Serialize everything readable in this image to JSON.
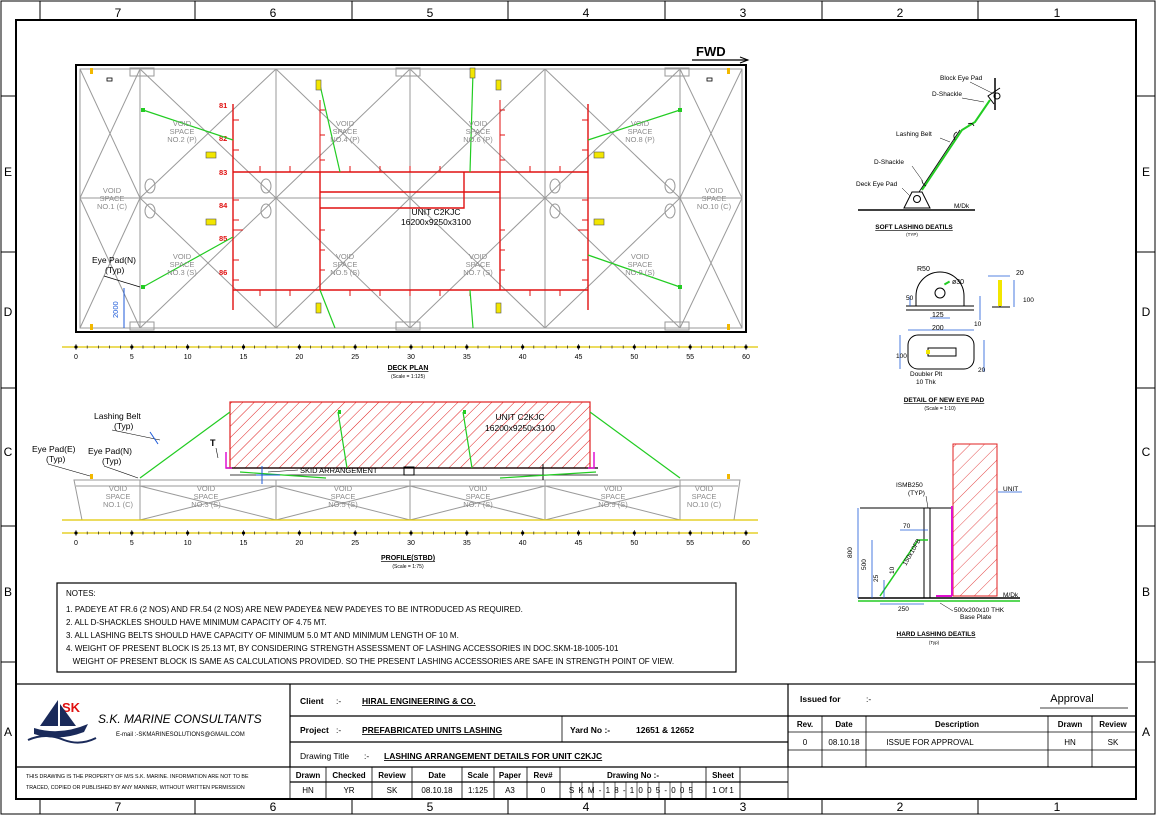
{
  "border": {
    "cols_top": [
      "7",
      "6",
      "5",
      "4",
      "3",
      "2",
      "1"
    ],
    "cols_bottom": [
      "7",
      "6",
      "5",
      "4",
      "3",
      "2",
      "1"
    ],
    "rows": [
      "E",
      "D",
      "C",
      "B",
      "A"
    ]
  },
  "fwd_label": "FWD",
  "deck_plan": {
    "frames_red": [
      "81",
      "82",
      "83",
      "84",
      "85",
      "86"
    ],
    "void_spaces": [
      {
        "l1": "VOID",
        "l2": "SPACE",
        "l3": "NO.2 (P)"
      },
      {
        "l1": "VOID",
        "l2": "SPACE",
        "l3": "NO.4 (P)"
      },
      {
        "l1": "VOID",
        "l2": "SPACE",
        "l3": "NO.6 (P)"
      },
      {
        "l1": "VOID",
        "l2": "SPACE",
        "l3": "NO.8 (P)"
      },
      {
        "l1": "VOID",
        "l2": "SPACE",
        "l3": "NO.1 (C)"
      },
      {
        "l1": "VOID",
        "l2": "SPACE",
        "l3": "NO.10 (C)"
      },
      {
        "l1": "VOID",
        "l2": "SPACE",
        "l3": "NO.3 (S)"
      },
      {
        "l1": "VOID",
        "l2": "SPACE",
        "l3": "NO.5 (S)"
      },
      {
        "l1": "VOID",
        "l2": "SPACE",
        "l3": "NO.7 (S)"
      },
      {
        "l1": "VOID",
        "l2": "SPACE",
        "l3": "NO.9 (S)"
      }
    ],
    "unit_label": "UNIT C2KJC",
    "unit_dims": "16200x9250x3100",
    "eye_pad_label": "Eye Pad(N)",
    "eye_pad_typ": "(Typ)",
    "dim_2000": "2000",
    "scale_ticks": [
      "0",
      "5",
      "10",
      "15",
      "20",
      "25",
      "30",
      "35",
      "40",
      "45",
      "50",
      "55",
      "60"
    ],
    "title": "DECK PLAN",
    "scale": "(Scale = 1:125)"
  },
  "profile": {
    "lashing_belt": "Lashing Belt",
    "lashing_typ": "(Typ)",
    "eye_pad_e": "Eye Pad(E)",
    "eye_pad_e_typ": "(Typ)",
    "eye_pad_n": "Eye Pad(N)",
    "eye_pad_n_typ": "(Typ)",
    "t_label": "T",
    "skid": "SKID ARRANGEMENT",
    "unit_label": "UNIT C2KJC",
    "unit_dims": "16200x9250x3100",
    "void_spaces": [
      {
        "l1": "VOID",
        "l2": "SPACE",
        "l3": "NO.1 (C)"
      },
      {
        "l1": "VOID",
        "l2": "SPACE",
        "l3": "NO.3 (S)"
      },
      {
        "l1": "VOID",
        "l2": "SPACE",
        "l3": "NO.5 (S)"
      },
      {
        "l1": "VOID",
        "l2": "SPACE",
        "l3": "NO.7 (S)"
      },
      {
        "l1": "VOID",
        "l2": "SPACE",
        "l3": "NO.9 (S)"
      },
      {
        "l1": "VOID",
        "l2": "SPACE",
        "l3": "NO.10 (C)"
      }
    ],
    "scale_ticks": [
      "0",
      "5",
      "10",
      "15",
      "20",
      "25",
      "30",
      "35",
      "40",
      "45",
      "50",
      "55",
      "60"
    ],
    "title": "PROFILE(STBD)",
    "scale": "(Scale = 1:75)"
  },
  "soft_lashing": {
    "block_eye_pad": "Block Eye Pad",
    "d_shackle_top": "D-Shackle",
    "lashing_belt": "Lashing Belt",
    "d_shackle_bottom": "D-Shackle",
    "deck_eye_pad": "Deck Eye Pad",
    "m_dk": "M/Dk",
    "title": "SOFT LASHING DEATILS",
    "typ": "(TYP)"
  },
  "eye_pad": {
    "r50": "R50",
    "d30": "ø30",
    "d50": "50",
    "d125": "125",
    "d10": "10",
    "d20a": "20",
    "d100a": "100",
    "d200": "200",
    "d100b": "100",
    "d20b": "20",
    "doubler": "Doubler Plt",
    "thk": "10 Thk",
    "title": "DETAIL OF NEW EYE PAD",
    "scale": "(Scale = 1:10)"
  },
  "hard_lashing": {
    "ismb": "ISMB250",
    "typ": "(TYP)",
    "unit": "UNIT",
    "d800": "800",
    "d500": "500",
    "d25": "25",
    "d70": "70",
    "d10": "10",
    "isa": "150x10FB",
    "d250": "250",
    "m_dk": "M/Dk",
    "base": "500x200x10 THK",
    "base2": "Base Plate",
    "title": "HARD LASHING DEATILS",
    "typ2": "(Typ)"
  },
  "notes": {
    "heading": "NOTES:",
    "items": [
      "1. PADEYE AT FR.6 (2 NOS) AND FR.54 (2 NOS) ARE NEW PADEYE& NEW PADEYES TO BE INTRODUCED AS REQUIRED.",
      "2. ALL D-SHACKLES SHOULD HAVE MINIMUM CAPACITY OF 4.75 MT.",
      "3. ALL LASHING BELTS SHOULD HAVE CAPACITY OF MINIMUM 5.0 MT AND MINIMUM LENGTH OF 10 M.",
      "4. WEIGHT OF PRESENT BLOCK IS 25.13 MT, BY CONSIDERING STRENGTH ASSESSMENT OF LASHING ACCESSORIES IN DOC.SKM-18-1005-101",
      "   WEIGHT OF PRESENT BLOCK IS SAME AS CALCULATIONS PROVIDED. SO THE PRESENT LASHING ACCESSORIES ARE SAFE IN STRENGTH POINT OF VIEW."
    ]
  },
  "title_block": {
    "logo_text": "SK",
    "company": "S.K. MARINE CONSULTANTS",
    "email": "E-mail :-SKMARINESOLUTIONS@GMAIL.COM",
    "disclaimer1": "THIS DRAWING IS THE PROPERTY OF M/S S.K. MARINE. INFORMATION ARE NOT TO BE",
    "disclaimer2": "TRACED, COPIED OR PUBLISHED BY ANY MANNER, WITHOUT WRITTEN PERMISSION",
    "client_label": "Client",
    "client_sep": ":-",
    "client_value": "HIRAL ENGINEERING & CO.",
    "project_label": "Project",
    "project_sep": ":-",
    "project_value": "PREFABRICATED UNITS LASHING",
    "yard_label": "Yard No :-",
    "yard_value": "12651 & 12652",
    "drawing_title_label": "Drawing Title",
    "drawing_title_sep": ":-",
    "drawing_title_value": "LASHING ARRANGEMENT DETAILS FOR UNIT C2KJC",
    "issued_label": "Issued for",
    "issued_sep": ":-",
    "issued_value": "Approval",
    "rev_headers": [
      "Rev.",
      "Date",
      "Description",
      "Drawn",
      "Review"
    ],
    "rev_row": [
      "0",
      "08.10.18",
      "ISSUE FOR APPROVAL",
      "HN",
      "SK"
    ],
    "bottom_headers": [
      "Drawn",
      "Checked",
      "Review",
      "Date",
      "Scale",
      "Paper",
      "Rev#",
      "Drawing No :-",
      "Sheet"
    ],
    "bottom_values": [
      "HN",
      "YR",
      "SK",
      "08.10.18",
      "1:125",
      "A3",
      "0",
      "SKM-18-1005-005",
      "1 Of 1"
    ]
  },
  "colors": {
    "line": "#000000",
    "grey": "#9a9a9a",
    "red": "#e01010",
    "green": "#22cc22",
    "blue": "#1d5ad8",
    "yellow": "#f2e600",
    "magenta": "#e010d0",
    "hatch": "#e02020"
  }
}
